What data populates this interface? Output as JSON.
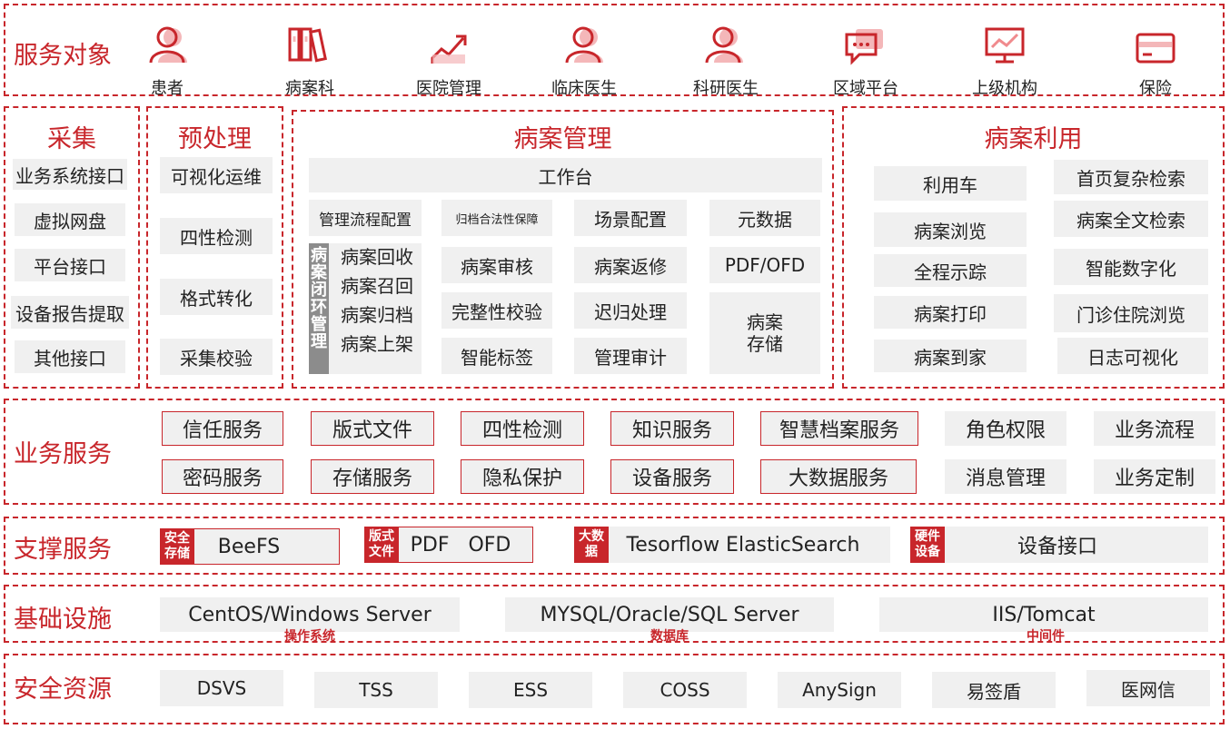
{
  "rows": {
    "service_targets": "服务对象",
    "business": "业务服务",
    "support": "支撑服务",
    "infra": "基础设施",
    "security": "安全资源"
  },
  "targets": [
    "患者",
    "病案科",
    "医院管理",
    "临床医生",
    "科研医生",
    "区域平台",
    "上级机构",
    "保险"
  ],
  "collect": {
    "title": "采集",
    "items": [
      "业务系统接口",
      "虚拟网盘",
      "平台接口",
      "设备报告提取",
      "其他接口"
    ]
  },
  "preprocess": {
    "title": "预处理",
    "items": [
      "可视化运维",
      "四性检测",
      "格式转化",
      "采集校验"
    ]
  },
  "mgmt": {
    "title": "病案管理",
    "workbench": "工作台",
    "row1": [
      "管理流程配置",
      "归档合法性保障",
      "场景配置",
      "元数据"
    ],
    "loop_tag": "病案闭环管理",
    "loop_items": [
      "病案回收",
      "病案召回",
      "病案归档",
      "病案上架"
    ],
    "col2": [
      "病案审核",
      "完整性校验",
      "智能标签"
    ],
    "col3": [
      "病案返修",
      "迟归处理",
      "管理审计"
    ],
    "pdf": "PDF/OFD",
    "storage": [
      "病案",
      "存储"
    ]
  },
  "use": {
    "title": "病案利用",
    "left": [
      "利用车",
      "病案浏览",
      "全程示踪",
      "病案打印",
      "病案到家"
    ],
    "right": [
      "首页复杂检索",
      "病案全文检索",
      "智能数字化",
      "门诊住院浏览",
      "日志可视化"
    ]
  },
  "business": {
    "row1": [
      "信任服务",
      "版式文件",
      "四性检测",
      "知识服务",
      "智慧档案服务",
      "角色权限",
      "业务流程"
    ],
    "row2": [
      "密码服务",
      "存储服务",
      "隐私保护",
      "设备服务",
      "大数据服务",
      "消息管理",
      "业务定制"
    ]
  },
  "support": [
    {
      "tag": "安全存储",
      "label": "BeeFS"
    },
    {
      "tag": "版式文件",
      "label": "PDF   OFD"
    },
    {
      "tag": "大数据",
      "label": "Tesorflow ElasticSearch"
    },
    {
      "tag": "硬件设备",
      "label": "设备接口"
    }
  ],
  "infra": [
    {
      "label": "CentOS/Windows Server",
      "sub": "操作系统"
    },
    {
      "label": "MYSQL/Oracle/SQL Server",
      "sub": "数据库"
    },
    {
      "label": "IIS/Tomcat",
      "sub": "中间件"
    }
  ],
  "security": [
    "DSVS",
    "TSS",
    "ESS",
    "COSS",
    "AnySign",
    "易签盾",
    "医网信"
  ],
  "icons": [
    "person-icon",
    "binders-icon",
    "chart-icon",
    "person-icon",
    "person-icon",
    "chat-icon",
    "monitor-chart-icon",
    "card-icon"
  ],
  "colors": {
    "accent": "#c8262b",
    "box": "#f0f0f0",
    "tag_gray": "#8c8c8c"
  }
}
